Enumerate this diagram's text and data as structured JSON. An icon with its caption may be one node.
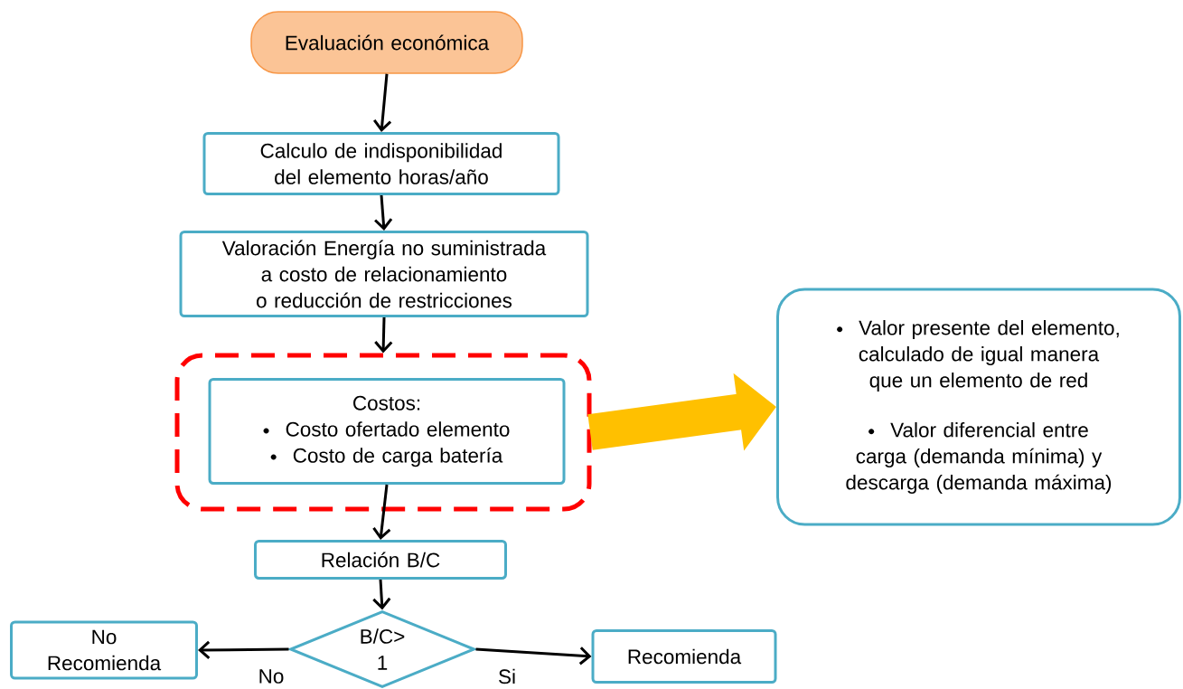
{
  "diagram": {
    "nodes": [
      {
        "text": [
          "Evaluación económica"
        ]
      },
      {
        "text": [
          "Calculo de indisponibilidad del elemento horas/año"
        ]
      },
      {
        "text": [
          "Valoración Energía no suministrada a costo de relacionamiento o reducción de restricciones"
        ]
      },
      {
        "text": [],
        "shape": "box"
      },
      {
        "text": [
          "Costos:",
          "Costo ofertado elemento",
          "Costo de carga batería"
        ],
        "in": 3
      },
      {
        "text": [
          "Valor presente del elemento, calculado de igual manera que un elemento de red",
          "Valor diferencial entre carga (demanda mínima) y descarga (demanda máxima)"
        ]
      },
      {
        "text": [
          "Relación B/C"
        ]
      },
      {
        "text": [
          "B/C> 1"
        ]
      },
      {
        "text": [
          "No Recomienda"
        ]
      },
      {
        "text": [
          "Recomienda"
        ]
      }
    ],
    "edges": [
      {
        "from": 0,
        "to": 1,
        "arrow": "to"
      },
      {
        "from": 1,
        "to": 2,
        "arrow": "to"
      },
      {
        "from": 2,
        "to": 3,
        "arrow": "to"
      },
      {
        "from": 3,
        "to": 5,
        "arrow": "to",
        "style": "thick",
        "color": "#ffc000"
      },
      {
        "from": 4,
        "to": 6,
        "arrow": "to"
      },
      {
        "from": 6,
        "to": 7,
        "arrow": "to"
      },
      {
        "from": 7,
        "to": 8,
        "arrow": "to",
        "label": "No"
      },
      {
        "from": 7,
        "to": 9,
        "arrow": "to",
        "label": "Si"
      }
    ]
  }
}
